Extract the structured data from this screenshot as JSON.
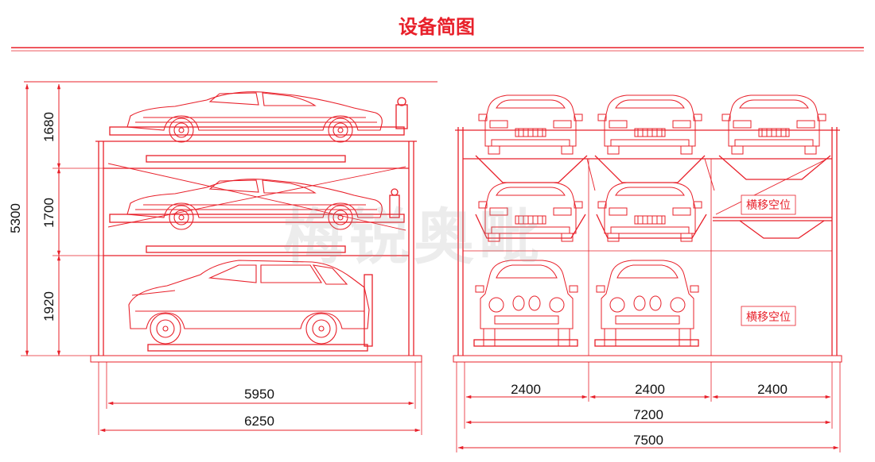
{
  "title": "设备简图",
  "watermark": "梅锐奥毗",
  "colors": {
    "line": "#e8202a",
    "text": "#111111"
  },
  "side_view": {
    "dims": {
      "total_height": "5300",
      "level_top": "1680",
      "level_mid": "1700",
      "level_bottom": "1920",
      "inner_width": "5950",
      "outer_width": "6250"
    }
  },
  "front_view": {
    "empty_label_top": "横移空位",
    "empty_label_bottom": "横移空位",
    "dims": {
      "bay1": "2400",
      "bay2": "2400",
      "bay3": "2400",
      "inner_width": "7200",
      "outer_width": "7500"
    }
  }
}
